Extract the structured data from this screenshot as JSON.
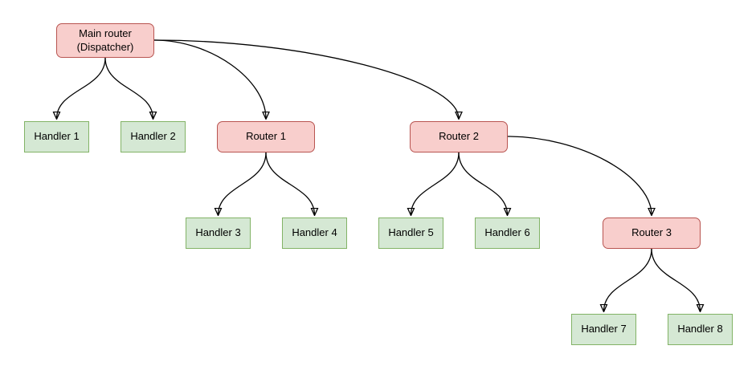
{
  "diagram": {
    "background": "#ffffff",
    "colors": {
      "router_fill": "#F8CECC",
      "router_stroke": "#B85450",
      "handler_fill": "#D5E8D4",
      "handler_stroke": "#82B366",
      "edge": "#000000",
      "text": "#000000"
    },
    "nodes": {
      "main_router": {
        "label": "Main router\n(Dispatcher)",
        "type": "router"
      },
      "router1": {
        "label": "Router 1",
        "type": "router"
      },
      "router2": {
        "label": "Router 2",
        "type": "router"
      },
      "router3": {
        "label": "Router 3",
        "type": "router"
      },
      "handler1": {
        "label": "Handler 1",
        "type": "handler"
      },
      "handler2": {
        "label": "Handler 2",
        "type": "handler"
      },
      "handler3": {
        "label": "Handler 3",
        "type": "handler"
      },
      "handler4": {
        "label": "Handler 4",
        "type": "handler"
      },
      "handler5": {
        "label": "Handler 5",
        "type": "handler"
      },
      "handler6": {
        "label": "Handler 6",
        "type": "handler"
      },
      "handler7": {
        "label": "Handler 7",
        "type": "handler"
      },
      "handler8": {
        "label": "Handler 8",
        "type": "handler"
      }
    },
    "edges": [
      {
        "from": "main_router",
        "to": "handler1"
      },
      {
        "from": "main_router",
        "to": "handler2"
      },
      {
        "from": "main_router",
        "to": "router1"
      },
      {
        "from": "main_router",
        "to": "router2"
      },
      {
        "from": "router1",
        "to": "handler3"
      },
      {
        "from": "router1",
        "to": "handler4"
      },
      {
        "from": "router2",
        "to": "handler5"
      },
      {
        "from": "router2",
        "to": "handler6"
      },
      {
        "from": "router2",
        "to": "router3"
      },
      {
        "from": "router3",
        "to": "handler7"
      },
      {
        "from": "router3",
        "to": "handler8"
      }
    ]
  }
}
